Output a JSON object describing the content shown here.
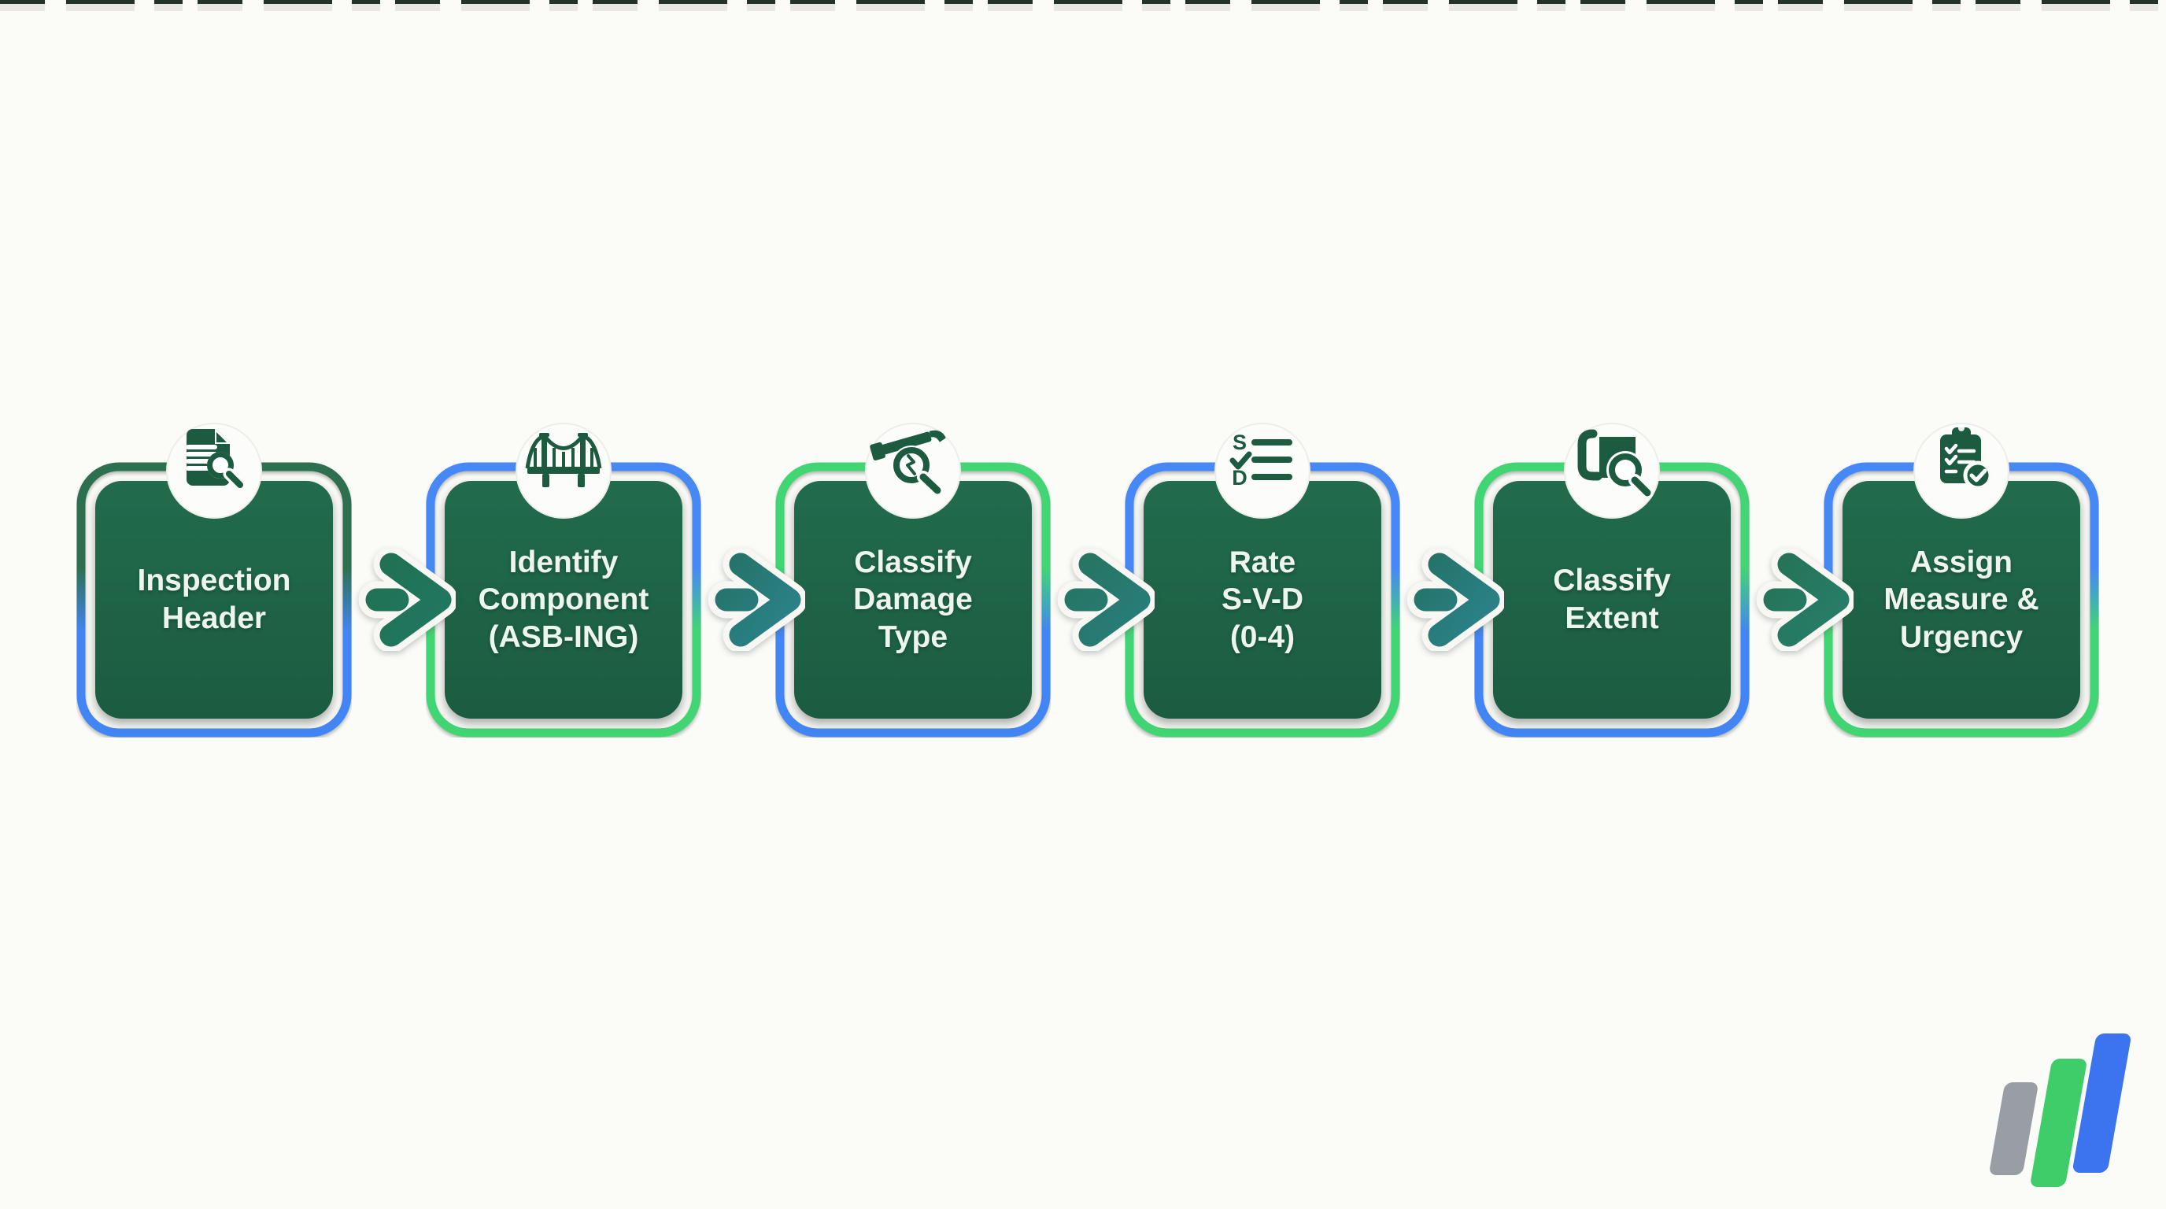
{
  "background": {
    "color": "#fbfbf8",
    "top_dash_dark": "#243229",
    "top_dash_light": "#e9e7e2"
  },
  "box": {
    "fill_top": "#226b4d",
    "fill_bottom": "#1b5c41",
    "text_color": "#edf5ee",
    "icon_color": "#1d5b41",
    "halo_color": "#f8f7f4",
    "notch_color": "#fcfcfa"
  },
  "steps": [
    {
      "label": "Inspection\nHeader",
      "icon": "document-search-icon",
      "ring": {
        "from": "#2d7050",
        "to": "#4285f4"
      }
    },
    {
      "label": "Identify\nComponent\n(ASB-ING)",
      "icon": "bridge-icon",
      "ring": {
        "from": "#4688f5",
        "to": "#41d673"
      }
    },
    {
      "label": "Classify\nDamage\nType",
      "icon": "crack-inspection-icon",
      "ring": {
        "from": "#41d673",
        "to": "#4285f4"
      }
    },
    {
      "label": "Rate\nS-V-D\n(0-4)",
      "icon": "svd-checklist-icon",
      "icon_glyphs": [
        "S",
        "✓",
        "D"
      ],
      "ring": {
        "from": "#4688f5",
        "to": "#41d673"
      }
    },
    {
      "label": "Classify\nExtent",
      "icon": "map-search-icon",
      "ring": {
        "from": "#41d673",
        "to": "#4285f4"
      }
    },
    {
      "label": "Assign\nMeasure &\nUrgency",
      "icon": "clipboard-check-icon",
      "ring": {
        "from": "#4688f5",
        "to": "#41d673"
      }
    }
  ],
  "arrows": [
    {
      "from": "#226c4b",
      "to": "#1f7a64"
    },
    {
      "from": "#1f6a55",
      "to": "#2e8794"
    },
    {
      "from": "#237050",
      "to": "#2a8084"
    },
    {
      "from": "#1f6a55",
      "to": "#2e8794"
    },
    {
      "from": "#236d4c",
      "to": "#28816f"
    }
  ],
  "logo": {
    "bars": [
      {
        "name": "gray-bar",
        "color": "#989ea4"
      },
      {
        "name": "green-bar",
        "color": "#3ecd68"
      },
      {
        "name": "blue-bar",
        "color": "#3b74ee"
      }
    ]
  }
}
